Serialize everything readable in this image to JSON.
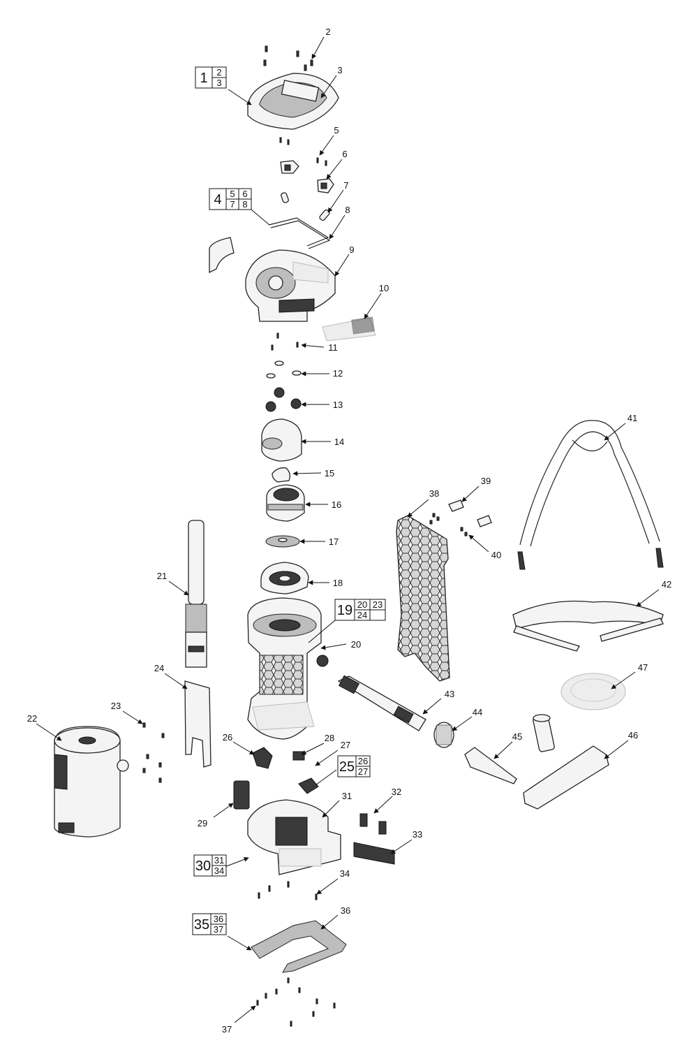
{
  "callouts": [
    {
      "n": "2"
    },
    {
      "n": "3"
    },
    {
      "n": "5"
    },
    {
      "n": "6"
    },
    {
      "n": "7"
    },
    {
      "n": "8"
    },
    {
      "n": "9"
    },
    {
      "n": "10"
    },
    {
      "n": "11"
    },
    {
      "n": "12"
    },
    {
      "n": "13"
    },
    {
      "n": "14"
    },
    {
      "n": "15"
    },
    {
      "n": "16"
    },
    {
      "n": "17"
    },
    {
      "n": "18"
    },
    {
      "n": "20"
    },
    {
      "n": "21"
    },
    {
      "n": "22"
    },
    {
      "n": "23"
    },
    {
      "n": "24"
    },
    {
      "n": "26"
    },
    {
      "n": "27"
    },
    {
      "n": "28"
    },
    {
      "n": "29"
    },
    {
      "n": "31"
    },
    {
      "n": "32"
    },
    {
      "n": "33"
    },
    {
      "n": "34"
    },
    {
      "n": "36"
    },
    {
      "n": "37"
    },
    {
      "n": "38"
    },
    {
      "n": "39"
    },
    {
      "n": "40"
    },
    {
      "n": "41"
    },
    {
      "n": "42"
    },
    {
      "n": "43"
    },
    {
      "n": "44"
    },
    {
      "n": "45"
    },
    {
      "n": "46"
    },
    {
      "n": "47"
    }
  ],
  "assemblies": [
    {
      "main": "1",
      "subs": [
        "2",
        "3"
      ]
    },
    {
      "main": "4",
      "subs": [
        "5",
        "6",
        "7",
        "8"
      ]
    },
    {
      "main": "19",
      "subs": [
        "20",
        "23",
        "24",
        ""
      ]
    },
    {
      "main": "25",
      "subs": [
        "26",
        "27"
      ]
    },
    {
      "main": "30",
      "subs": [
        "31",
        "34"
      ]
    },
    {
      "main": "35",
      "subs": [
        "36",
        "37"
      ]
    }
  ]
}
